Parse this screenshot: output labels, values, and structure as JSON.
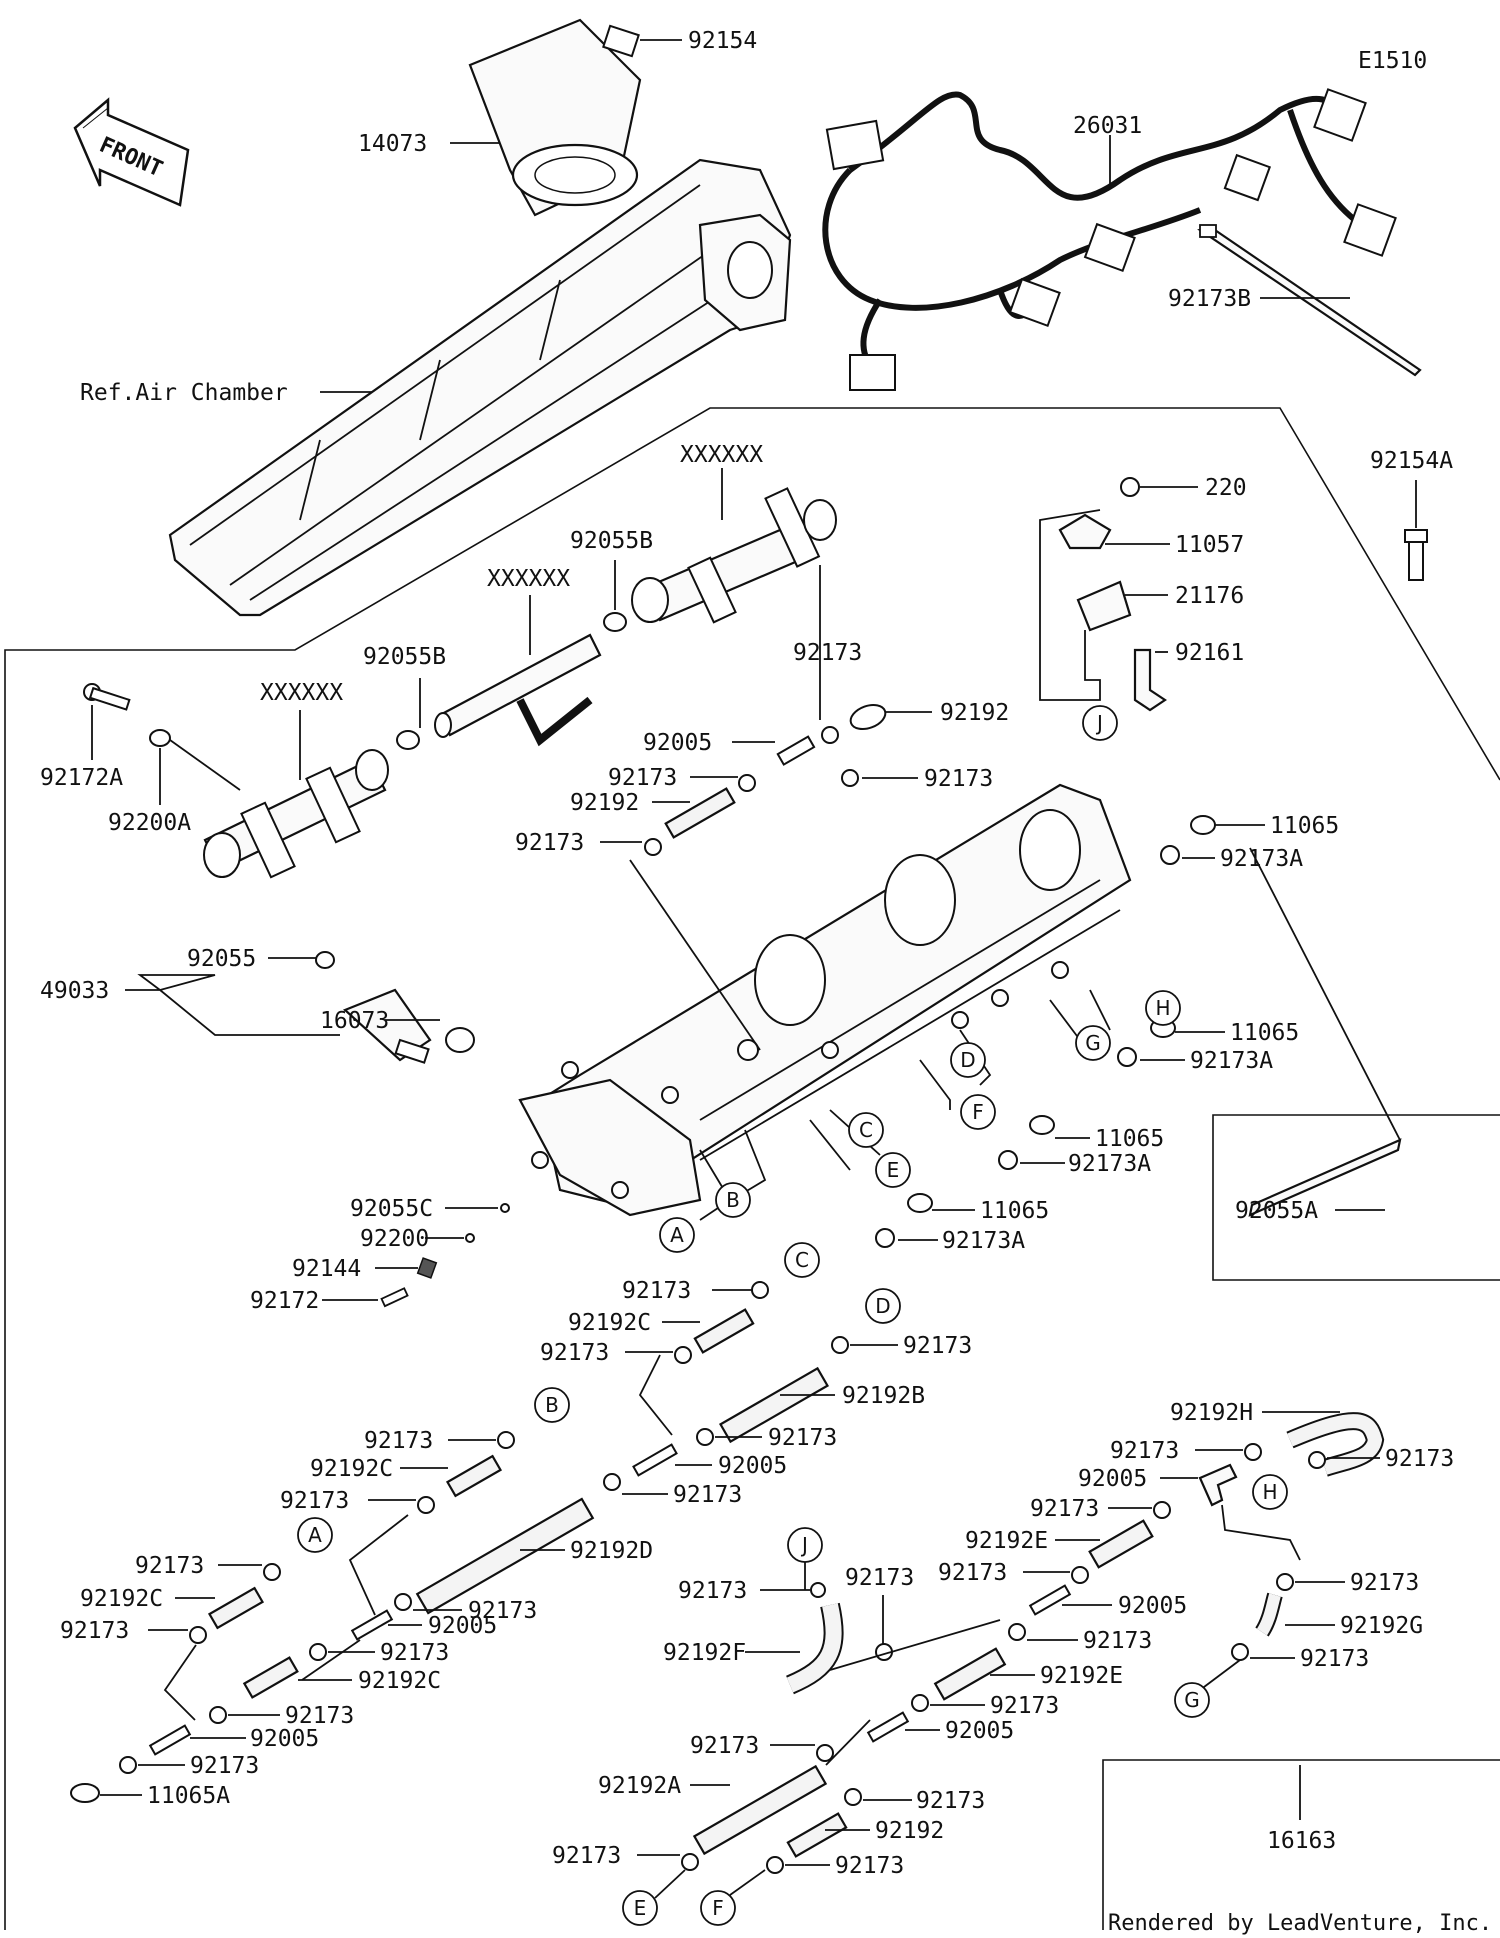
{
  "diagram_id": "E1510",
  "front_label": "FRONT",
  "footer": "Rendered by LeadVenture, Inc.",
  "labels": {
    "l_92154": "92154",
    "l_14073": "14073",
    "l_26031": "26031",
    "l_92173B": "92173B",
    "l_refair": "Ref.Air Chamber",
    "l_xx1": "XXXXXX",
    "l_xx2": "XXXXXX",
    "l_xx3": "XXXXXX",
    "l_92055B_a": "92055B",
    "l_92055B_b": "92055B",
    "l_92154A": "92154A",
    "l_220": "220",
    "l_11057": "11057",
    "l_21176": "21176",
    "l_92161": "92161",
    "l_92172A": "92172A",
    "l_92200A": "92200A",
    "l_92005_top": "92005",
    "l_92173_t1": "92173",
    "l_92192_t": "92192",
    "l_92173_t2": "92173",
    "l_92173_t3": "92173",
    "l_92192_t2": "92192",
    "l_92173_t4": "92173",
    "l_11065_1": "11065",
    "l_92173A_1": "92173A",
    "l_49033": "49033",
    "l_92055": "92055",
    "l_16073": "16073",
    "l_11065_2": "11065",
    "l_92173A_2": "92173A",
    "l_11065_3": "11065",
    "l_92173A_3": "92173A",
    "l_11065_4": "11065",
    "l_92173A_4": "92173A",
    "l_92055A": "92055A",
    "l_92055C": "92055C",
    "l_92200": "92200",
    "l_92144": "92144",
    "l_92172": "92172",
    "l_c_92173_a": "92173",
    "l_c_92192C": "92192C",
    "l_c_92173_b": "92173",
    "l_d_92173": "92173",
    "l_92192B": "92192B",
    "l_d_92173_b": "92173",
    "l_d_92005": "92005",
    "l_d_92173_c": "92173",
    "l_92192D": "92192D",
    "l_d_92173_d": "92173",
    "l_b_92173_a": "92173",
    "l_b_92192C": "92192C",
    "l_b_92173_b": "92173",
    "l_b_92005": "92005",
    "l_b_92173_c": "92173",
    "l_b_92192C_2": "92192C",
    "l_a_92173_a": "92173",
    "l_a_92192C": "92192C",
    "l_a_92173_b": "92173",
    "l_a_92173_c": "92173",
    "l_a_92005": "92005",
    "l_a_92173_d": "92173",
    "l_11065A": "11065A",
    "l_h_92192H": "92192H",
    "l_h_92173_a": "92173",
    "l_h_92173_b": "92173",
    "l_h_92005": "92005",
    "l_h_92173_c": "92173",
    "l_92192E_1": "92192E",
    "l_h_92173_d": "92173",
    "l_g_92173": "92173",
    "l_92192G": "92192G",
    "l_g_92173_b": "92173",
    "l_j_92173": "92173",
    "l_j_92173_b": "92173",
    "l_92192F": "92192F",
    "l_h_92005_b": "92005",
    "l_h_92173_e": "92173",
    "l_92192E_2": "92192E",
    "l_e_92173_a": "92173",
    "l_e_92005": "92005",
    "l_92192A": "92192A",
    "l_e_92173_b": "92173",
    "l_f_92192": "92192",
    "l_e_92173_c": "92173",
    "l_f_92173": "92173",
    "l_16163": "16163"
  },
  "callouts": {
    "A": "A",
    "B": "B",
    "C": "C",
    "D": "D",
    "E": "E",
    "F": "F",
    "G": "G",
    "H": "H",
    "J": "J"
  }
}
